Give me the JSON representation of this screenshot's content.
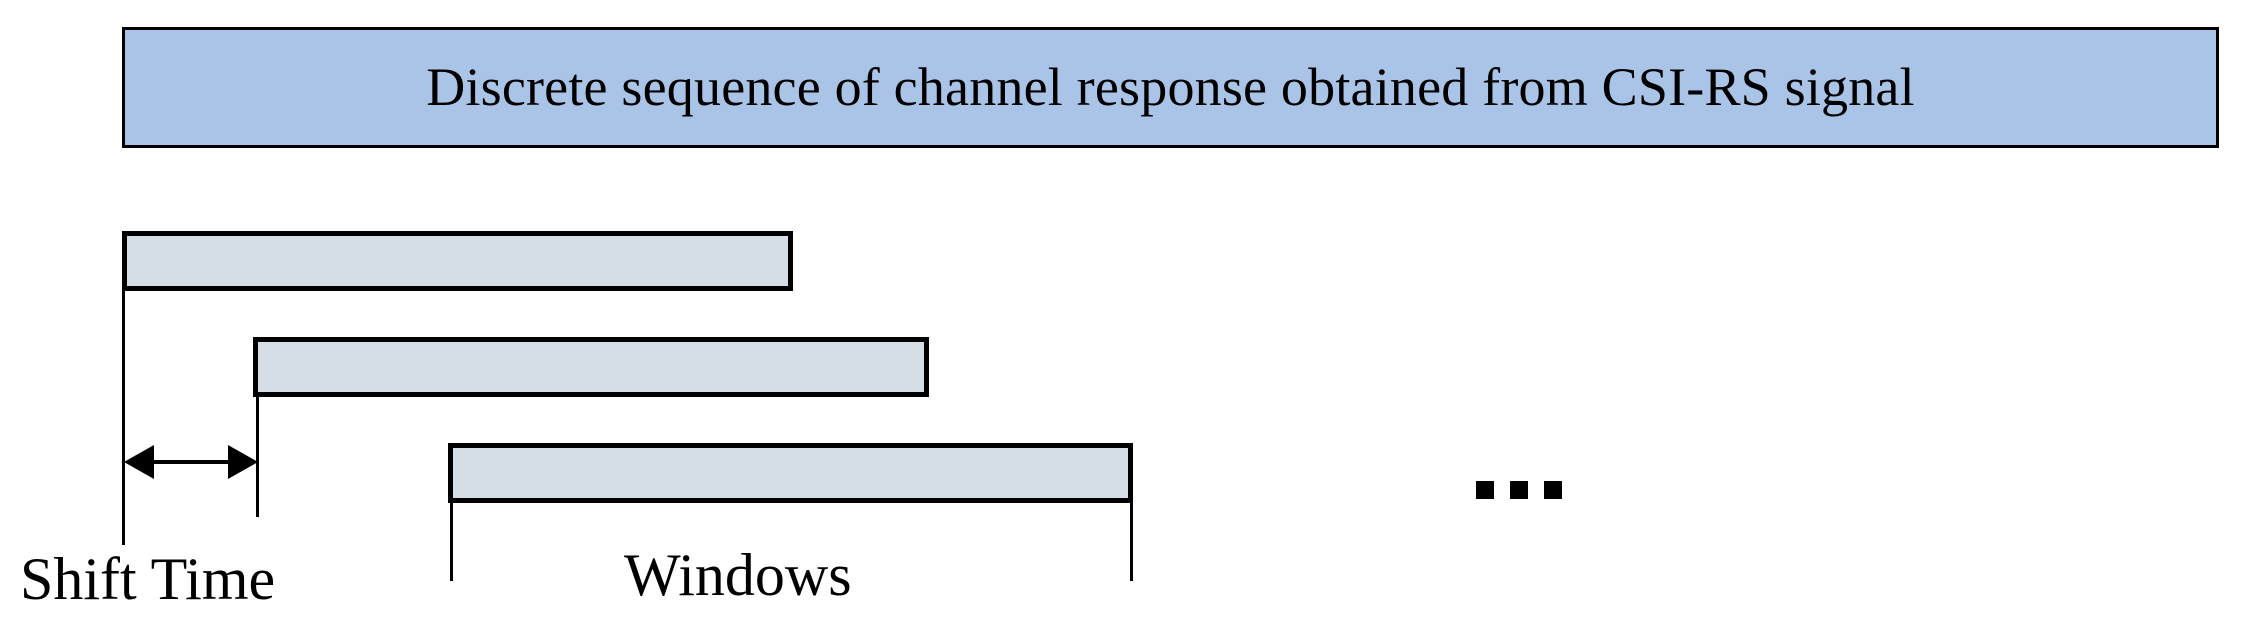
{
  "diagram": {
    "title_banner": {
      "text": "Discrete sequence of channel response obtained from CSI-RS signal",
      "fill_color": "#aac4e8",
      "border_color": "#000000"
    },
    "windows": {
      "fill_color": "#d5dde6",
      "border_color": "#000000",
      "items": [
        {
          "index": "1",
          "name": "window-1"
        },
        {
          "index": "2",
          "name": "window-2"
        },
        {
          "index": "3",
          "name": "window-3"
        }
      ]
    },
    "annotations": {
      "shift_time_label": "Shift Time",
      "windows_label": "Windows",
      "continuation": "...",
      "continuation_dot_count": "3"
    }
  }
}
